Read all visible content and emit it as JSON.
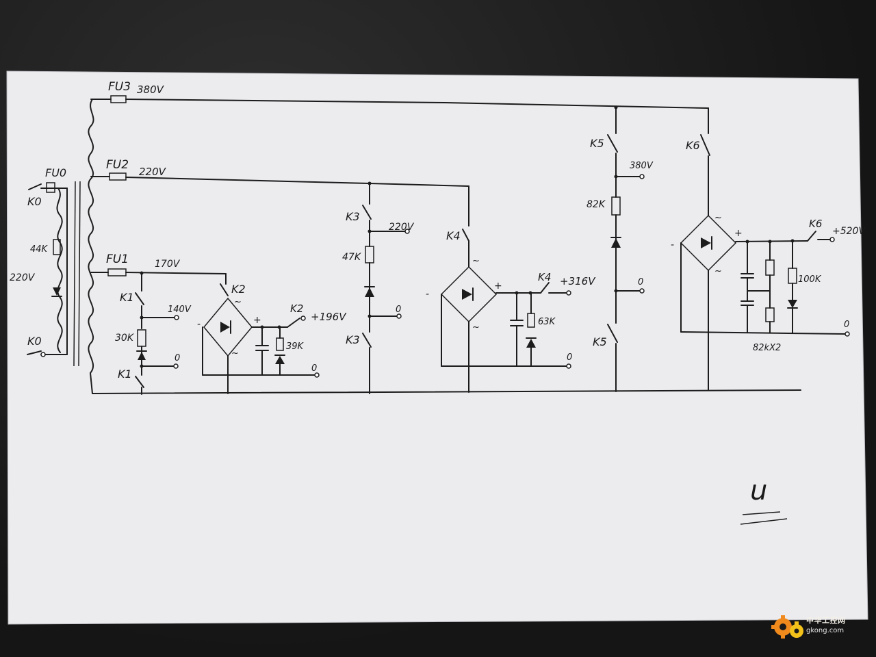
{
  "image_kind": "photo of hand-drawn circuit schematic",
  "schematic": {
    "transformer": {
      "primary_label": "220V",
      "primary_fuse": "FU0",
      "primary_resistor": "44K",
      "switch_top": "K0",
      "switch_bottom": "K0"
    },
    "taps": [
      {
        "fuse": "FU3",
        "voltage": "380V"
      },
      {
        "fuse": "FU2",
        "voltage": "220V"
      },
      {
        "fuse": "FU1",
        "voltage": "170V"
      }
    ],
    "stage_k1": {
      "switch_top": "K1",
      "switch_bottom": "K1",
      "resistor": "30K",
      "out_voltage": "140V",
      "zero": "0"
    },
    "stage_k2": {
      "switch_in": "K2",
      "switch_out": "K2",
      "resistor": "39K",
      "out_voltage": "+196V",
      "minus": "-",
      "plus": "+",
      "ac1": "~",
      "ac2": "~",
      "zero": "0"
    },
    "stage_k3": {
      "switch_top": "K3",
      "switch_bottom": "K3",
      "resistor": "47K",
      "out_voltage": "220V",
      "zero": "0"
    },
    "stage_k4": {
      "switch_in": "K4",
      "switch_out": "K4",
      "resistor": "63K",
      "out_voltage": "+316V",
      "minus": "-",
      "plus": "+",
      "ac1": "~",
      "ac2": "~",
      "zero": "0"
    },
    "stage_k5": {
      "switch_top": "K5",
      "switch_bottom": "K5",
      "resistor": "82K",
      "out_voltage": "380V",
      "zero": "0"
    },
    "stage_k6": {
      "switch_in": "K6",
      "switch_out": "K6",
      "resistor": "100K",
      "pair_label": "82kX2",
      "out_voltage": "+520V",
      "minus": "-",
      "plus": "+",
      "ac1": "~",
      "ac2": "~",
      "zero": "0"
    },
    "signature": "u"
  },
  "watermark": {
    "site_name": "中华工控网",
    "url": "gkong.com"
  },
  "colors": {
    "paper": "#ececef",
    "ink": "#1c1c1c",
    "background": "#1b1b1b",
    "gear_orange": "#f08a1c",
    "gear_yellow": "#f2c21b"
  }
}
